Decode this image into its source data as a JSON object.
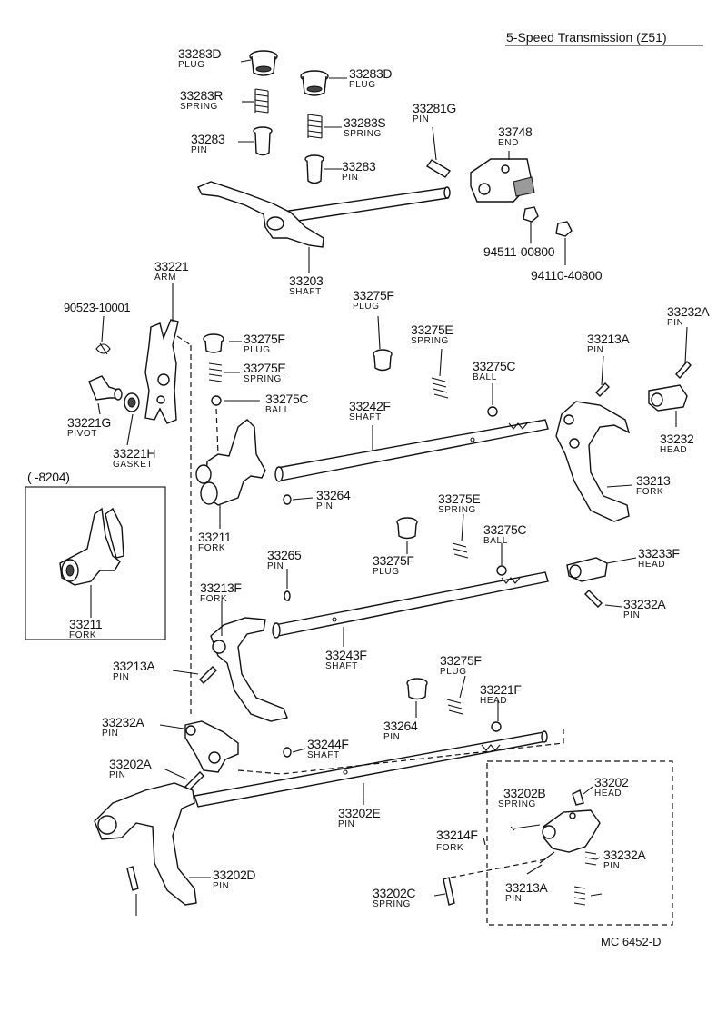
{
  "title": "5-Speed Transmission (Z51)",
  "doc_number": "MC  6452-D",
  "inset_label": "(      -8204)",
  "labels": [
    {
      "id": "p33283D_a",
      "num": "33283D",
      "name": "PLUG"
    },
    {
      "id": "p33283D_b",
      "num": "33283D",
      "name": "PLUG"
    },
    {
      "id": "p33283R",
      "num": "33283R",
      "name": "SPRING"
    },
    {
      "id": "p33283S",
      "num": "33283S",
      "name": "SPRING"
    },
    {
      "id": "p33283_a",
      "num": "33283",
      "name": "PIN"
    },
    {
      "id": "p33283_b",
      "num": "33283",
      "name": "PIN"
    },
    {
      "id": "p33281G",
      "num": "33281G",
      "name": "PIN"
    },
    {
      "id": "p33748",
      "num": "33748",
      "name": "END"
    },
    {
      "id": "p94511",
      "num": "94511-00800",
      "name": ""
    },
    {
      "id": "p94110",
      "num": "94110-40800",
      "name": ""
    },
    {
      "id": "p33203",
      "num": "33203",
      "name": "SHAFT"
    },
    {
      "id": "p33221",
      "num": "33221",
      "name": "ARM"
    },
    {
      "id": "p90523",
      "num": "90523-10001",
      "name": ""
    },
    {
      "id": "p33275F_a",
      "num": "33275F",
      "name": "PLUG"
    },
    {
      "id": "p33275F_b",
      "num": "33275F",
      "name": "PLUG"
    },
    {
      "id": "p33275E_a",
      "num": "33275E",
      "name": "SPRING"
    },
    {
      "id": "p33275E_b",
      "num": "33275E",
      "name": "SPRING"
    },
    {
      "id": "p33275C_a",
      "num": "33275C",
      "name": "BALL"
    },
    {
      "id": "p33275C_b",
      "num": "33275C",
      "name": "BALL"
    },
    {
      "id": "p33242F",
      "num": "33242F",
      "name": "SHAFT"
    },
    {
      "id": "p33213A_a",
      "num": "33213A",
      "name": "PIN"
    },
    {
      "id": "p33232A_a",
      "num": "33232A",
      "name": "PIN"
    },
    {
      "id": "p33232",
      "num": "33232",
      "name": "HEAD"
    },
    {
      "id": "p33221G",
      "num": "33221G",
      "name": "PIVOT"
    },
    {
      "id": "p33221H",
      "num": "33221H",
      "name": "GASKET"
    },
    {
      "id": "p33213",
      "num": "33213",
      "name": "FORK"
    },
    {
      "id": "p33264_a",
      "num": "33264",
      "name": "PIN"
    },
    {
      "id": "p33211_a",
      "num": "33211",
      "name": "FORK"
    },
    {
      "id": "p33275E_c",
      "num": "33275E",
      "name": "SPRING"
    },
    {
      "id": "p33275C_c",
      "num": "33275C",
      "name": "BALL"
    },
    {
      "id": "p33265",
      "num": "33265",
      "name": "PIN"
    },
    {
      "id": "p33275F_c",
      "num": "33275F",
      "name": "PLUG"
    },
    {
      "id": "p33233F",
      "num": "33233F",
      "name": "HEAD"
    },
    {
      "id": "p33213F",
      "num": "33213F",
      "name": "FORK"
    },
    {
      "id": "p33232A_b",
      "num": "33232A",
      "name": "PIN"
    },
    {
      "id": "p33211_b",
      "num": "33211",
      "name": "FORK"
    },
    {
      "id": "p33243F",
      "num": "33243F",
      "name": "SHAFT"
    },
    {
      "id": "p33213A_b",
      "num": "33213A",
      "name": "PIN"
    },
    {
      "id": "p33275F_d",
      "num": "33275F",
      "name": "PLUG"
    },
    {
      "id": "p33221F",
      "num": "33221F",
      "name": "HEAD"
    },
    {
      "id": "p33264_b",
      "num": "33264",
      "name": "PIN"
    },
    {
      "id": "p33232A_c",
      "num": "33232A",
      "name": "PIN"
    },
    {
      "id": "p33244F",
      "num": "33244F",
      "name": "SHAFT"
    },
    {
      "id": "p33202A",
      "num": "33202A",
      "name": "PIN"
    },
    {
      "id": "p33202E",
      "num": "33202E",
      "name": "PIN"
    },
    {
      "id": "p33202",
      "num": "33202",
      "name": "HEAD"
    },
    {
      "id": "p33202B",
      "num": "33202B",
      "name": "SPRING"
    },
    {
      "id": "p33214F",
      "num": "33214F",
      "name": "FORK"
    },
    {
      "id": "p33232A_d",
      "num": "33232A",
      "name": "PIN"
    },
    {
      "id": "p33202D",
      "num": "33202D",
      "name": "PIN"
    },
    {
      "id": "p33202C",
      "num": "33202C",
      "name": "SPRING"
    },
    {
      "id": "p33213A_c",
      "num": "33213A",
      "name": "PIN"
    }
  ]
}
